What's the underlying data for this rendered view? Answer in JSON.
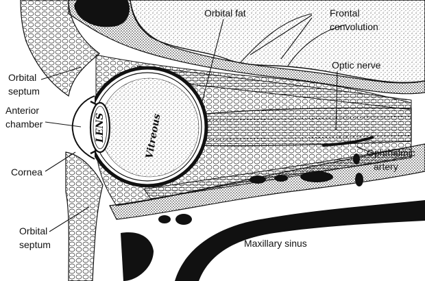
{
  "labels": {
    "orbital_fat": "Orbital fat",
    "frontal_convolution": [
      "Frontal",
      "convolution"
    ],
    "optic_nerve": "Optic nerve",
    "orbital_septum_upper": [
      "Orbital",
      "septum"
    ],
    "anterior_chamber": [
      "Anterior",
      "chamber"
    ],
    "lens": "LENS",
    "vitreous": "Vitreous",
    "cornea": "Cornea",
    "ophthalmic_artery": [
      "Ophthalmic",
      "artery"
    ],
    "orbital_septum_lower": [
      "Orbital",
      "septum"
    ],
    "maxillary_sinus": "Maxillary sinus"
  }
}
